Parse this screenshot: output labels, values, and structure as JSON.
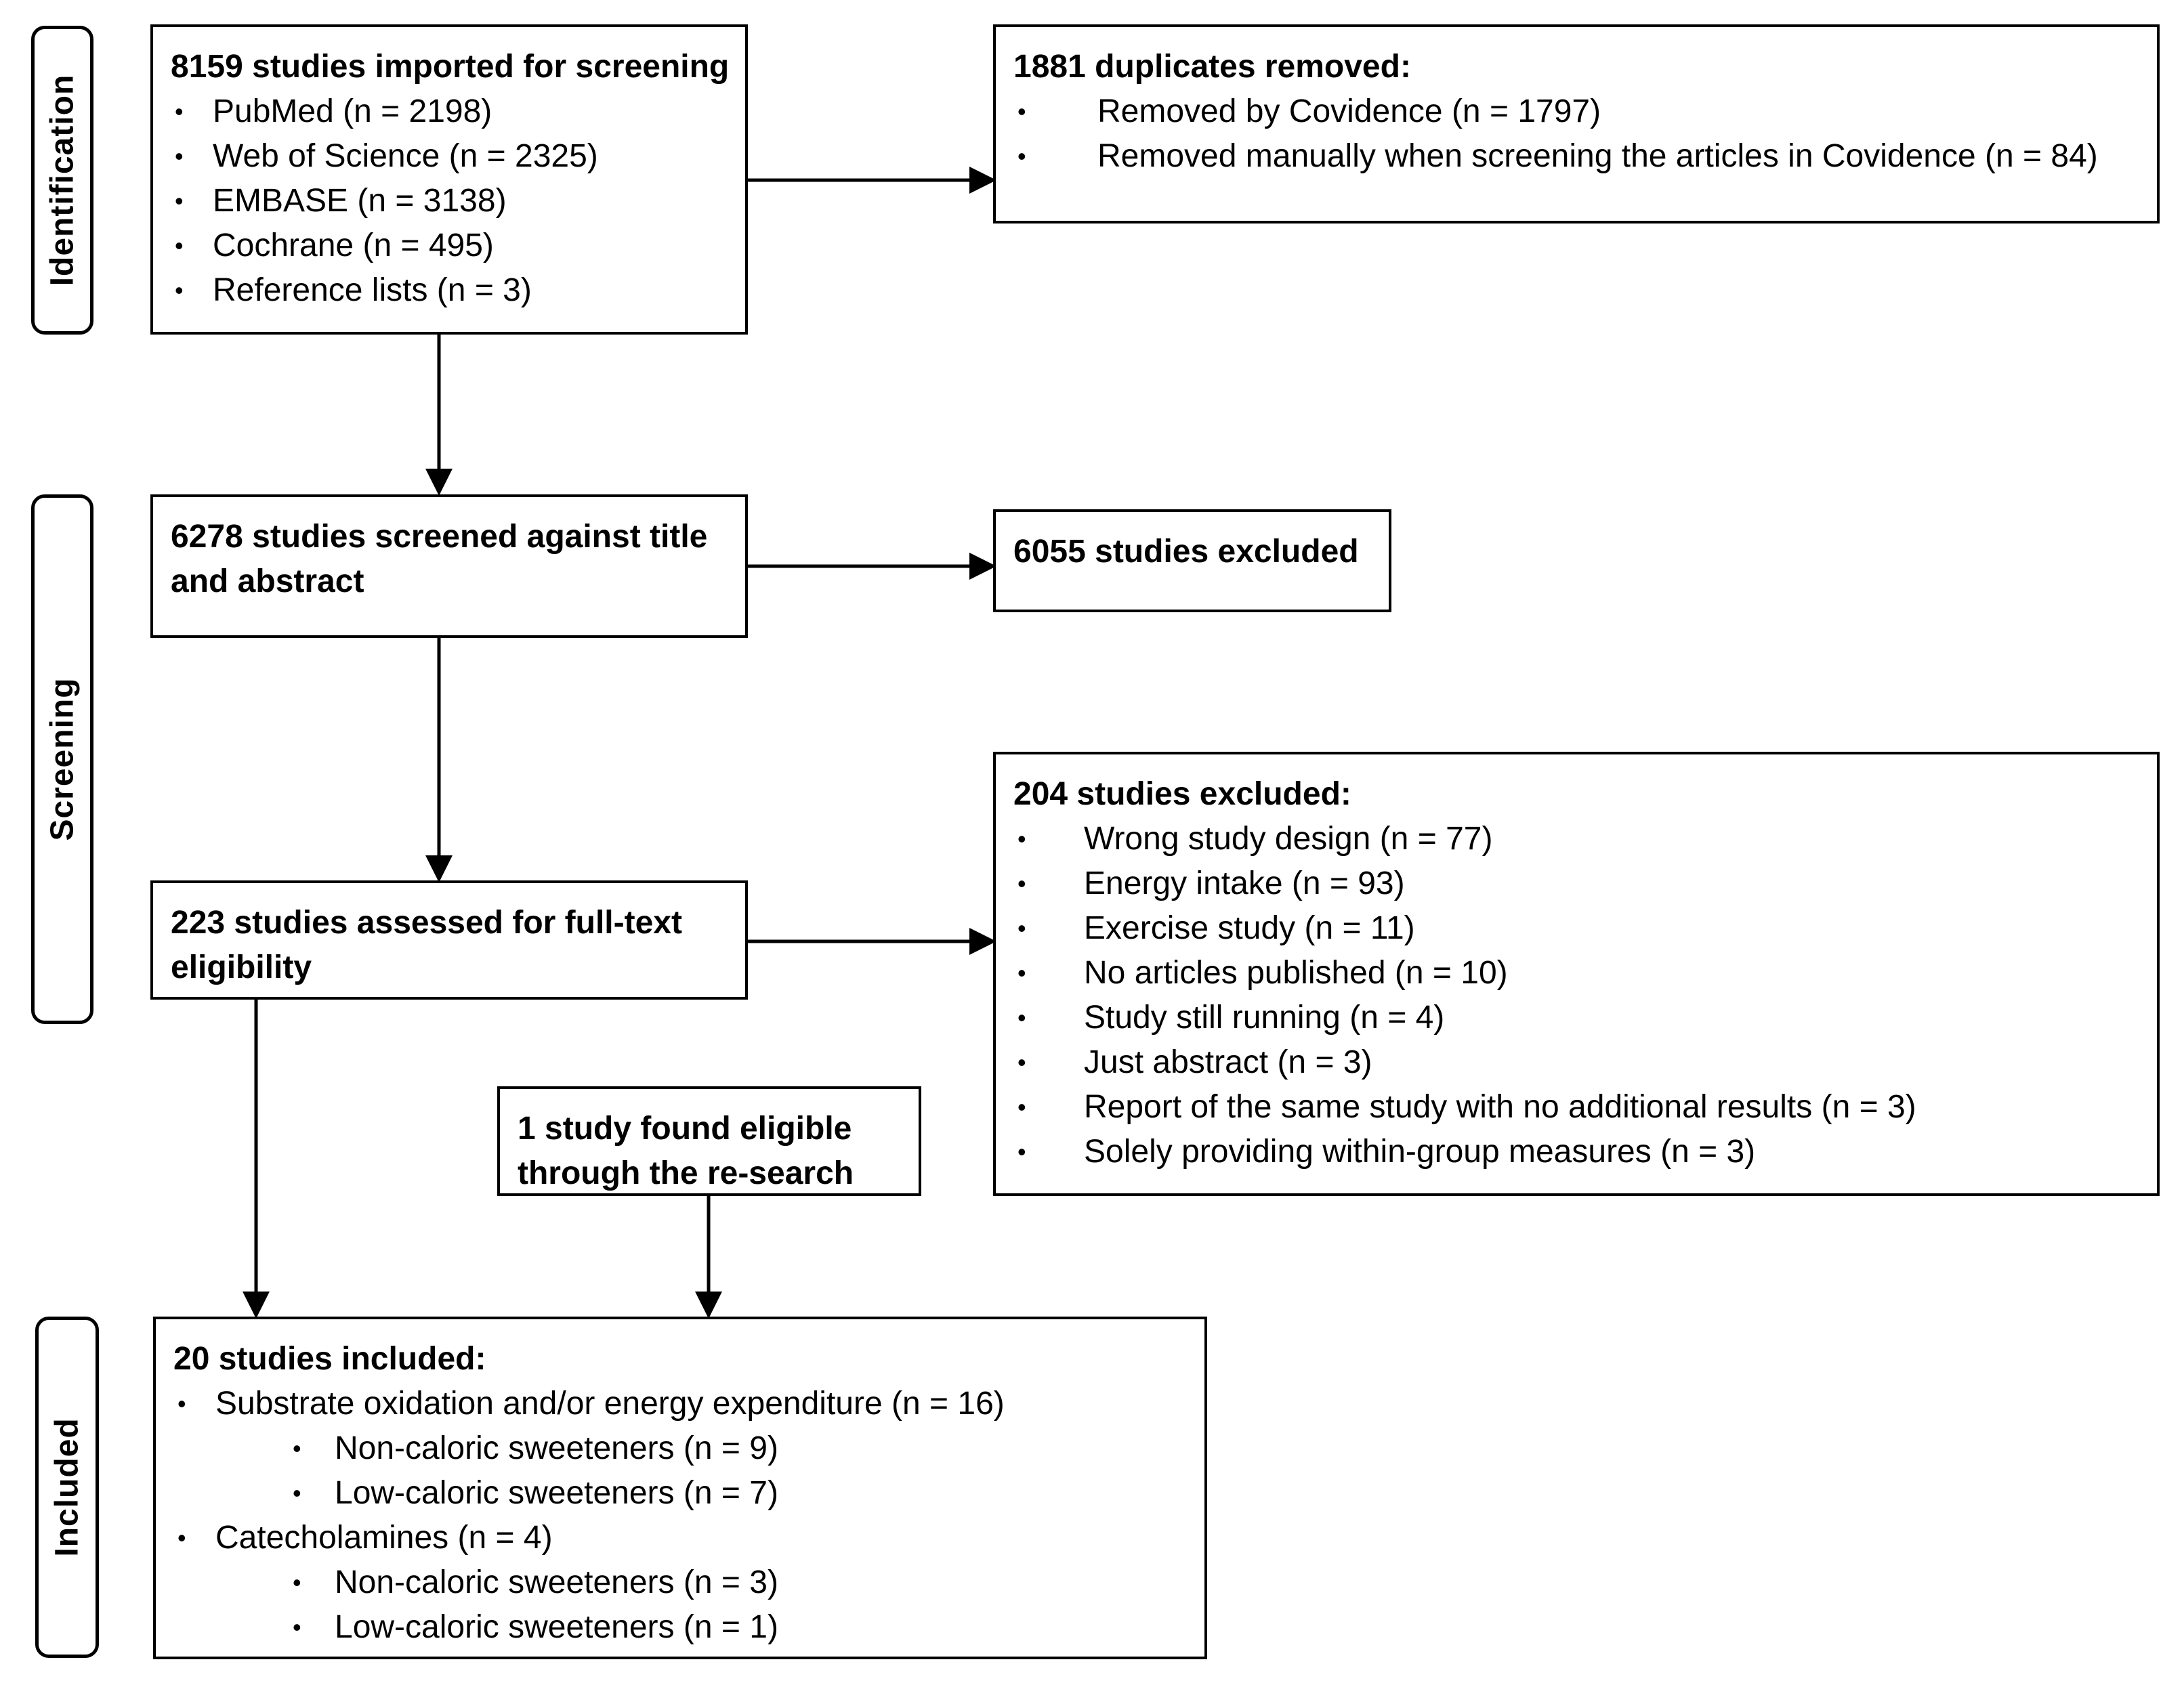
{
  "stages": {
    "identification": "Identification",
    "screening": "Screening",
    "included": "Included"
  },
  "boxes": {
    "imported": {
      "title": "8159 studies imported for screening",
      "items": [
        "PubMed (n = 2198)",
        "Web of Science (n = 2325)",
        "EMBASE  (n = 3138)",
        "Cochrane (n = 495)",
        "Reference  lists (n = 3)"
      ]
    },
    "duplicates": {
      "title": "1881 duplicates removed:",
      "items": [
        "Removed by Covidence (n = 1797)",
        "Removed manually when screening the articles in Covidence (n = 84)"
      ]
    },
    "screened": {
      "title": "6278 studies screened against title and abstract"
    },
    "excluded_title": {
      "title": "6055 studies excluded"
    },
    "fulltext": {
      "title": "223 studies assessed for full-text eligibility"
    },
    "excluded_fulltext": {
      "title": "204 studies excluded:",
      "items": [
        "Wrong study design (n = 77)",
        "Energy intake (n =  93)",
        "Exercise study (n = 11)",
        "No articles published (n = 10)",
        "Study still running (n = 4)",
        "Just abstract (n = 3)",
        "Report of the same study with no additional results (n = 3)",
        "Solely providing within-group measures (n = 3)"
      ]
    },
    "research": {
      "title": "1 study found eligible through the re-search"
    },
    "included": {
      "title": "20 studies included:",
      "group1": "Substrate oxidation and/or energy expenditure (n = 16)",
      "group1_items": [
        "Non-caloric sweeteners (n = 9)",
        "Low-caloric sweeteners (n = 7)"
      ],
      "group2": "Catecholamines (n = 4)",
      "group2_items": [
        "Non-caloric sweeteners (n = 3)",
        "Low-caloric sweeteners (n = 1)"
      ]
    }
  }
}
